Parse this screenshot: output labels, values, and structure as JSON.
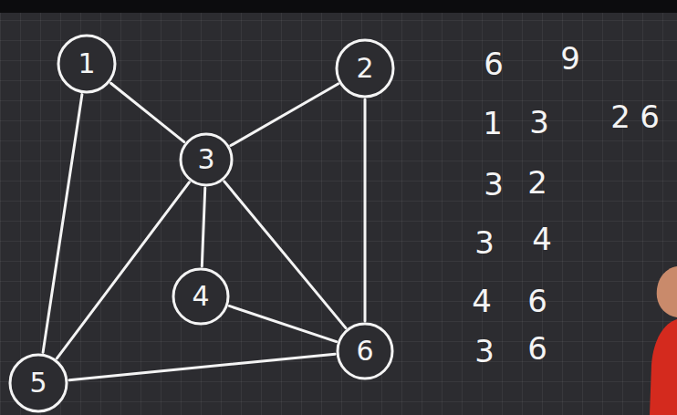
{
  "diagram": {
    "nodes": [
      {
        "text": [
          "1"
        ]
      },
      {
        "text": [
          "2"
        ]
      },
      {
        "text": [
          "3"
        ]
      },
      {
        "text": [
          "4"
        ]
      },
      {
        "text": [
          "5"
        ]
      },
      {
        "text": [
          "6"
        ]
      }
    ],
    "edges": [
      {
        "from": 0,
        "to": 2,
        "arrow": "none"
      },
      {
        "from": 0,
        "to": 4,
        "arrow": "none"
      },
      {
        "from": 2,
        "to": 1,
        "arrow": "none"
      },
      {
        "from": 1,
        "to": 5,
        "arrow": "none"
      },
      {
        "from": 2,
        "to": 4,
        "arrow": "none"
      },
      {
        "from": 2,
        "to": 3,
        "arrow": "none"
      },
      {
        "from": 2,
        "to": 5,
        "arrow": "none"
      },
      {
        "from": 3,
        "to": 5,
        "arrow": "none"
      },
      {
        "from": 4,
        "to": 5,
        "arrow": "none"
      }
    ],
    "labels": [
      "6",
      "9",
      "1",
      "3",
      "2",
      "6",
      "3",
      "2",
      "3",
      "4",
      "4",
      "6",
      "3",
      "6"
    ]
  }
}
